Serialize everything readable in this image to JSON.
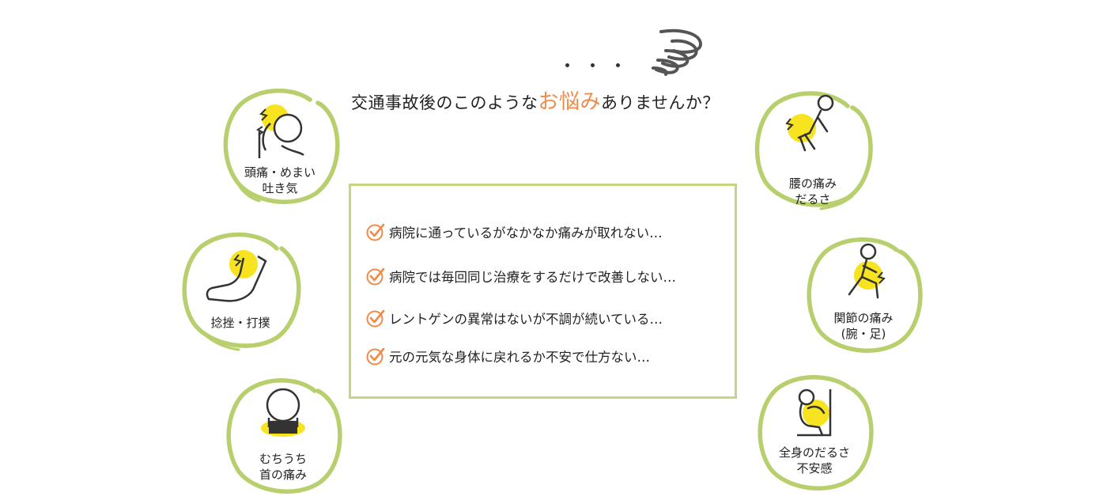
{
  "heading": {
    "before": "交通事故後のこのような",
    "accent": "お悩み",
    "after": "ありませんか？"
  },
  "colors": {
    "accent": "#f08a48",
    "ring": "#b7cf6c",
    "box_border": "#c3d782",
    "highlight": "#f7e31f",
    "line_art": "#333333"
  },
  "worries": [
    "病院に通っているがなかなか痛みが取れない…",
    "病院では毎回同じ治療をするだけで改善しない…",
    "レントゲンの異常はないが不調が続いている…",
    "元の元気な身体に戻れるか不安で仕方ない…"
  ],
  "symptoms": {
    "headache": {
      "line1": "頭痛・めまい",
      "line2": "吐き気",
      "icon": "headache-icon"
    },
    "sprain": {
      "line1": "捻挫・打撲",
      "icon": "ankle-sprain-icon"
    },
    "whiplash": {
      "line1": "むちうち",
      "line2": "首の痛み",
      "icon": "neck-pain-icon"
    },
    "back": {
      "line1": "腰の痛み",
      "line2": "だるさ",
      "icon": "lower-back-pain-icon"
    },
    "joint": {
      "line1": "関節の痛み",
      "line2": "(腕・足)",
      "icon": "joint-pain-icon"
    },
    "fatigue": {
      "line1": "全身のだるさ",
      "line2": "不安感",
      "icon": "fatigue-icon"
    }
  }
}
